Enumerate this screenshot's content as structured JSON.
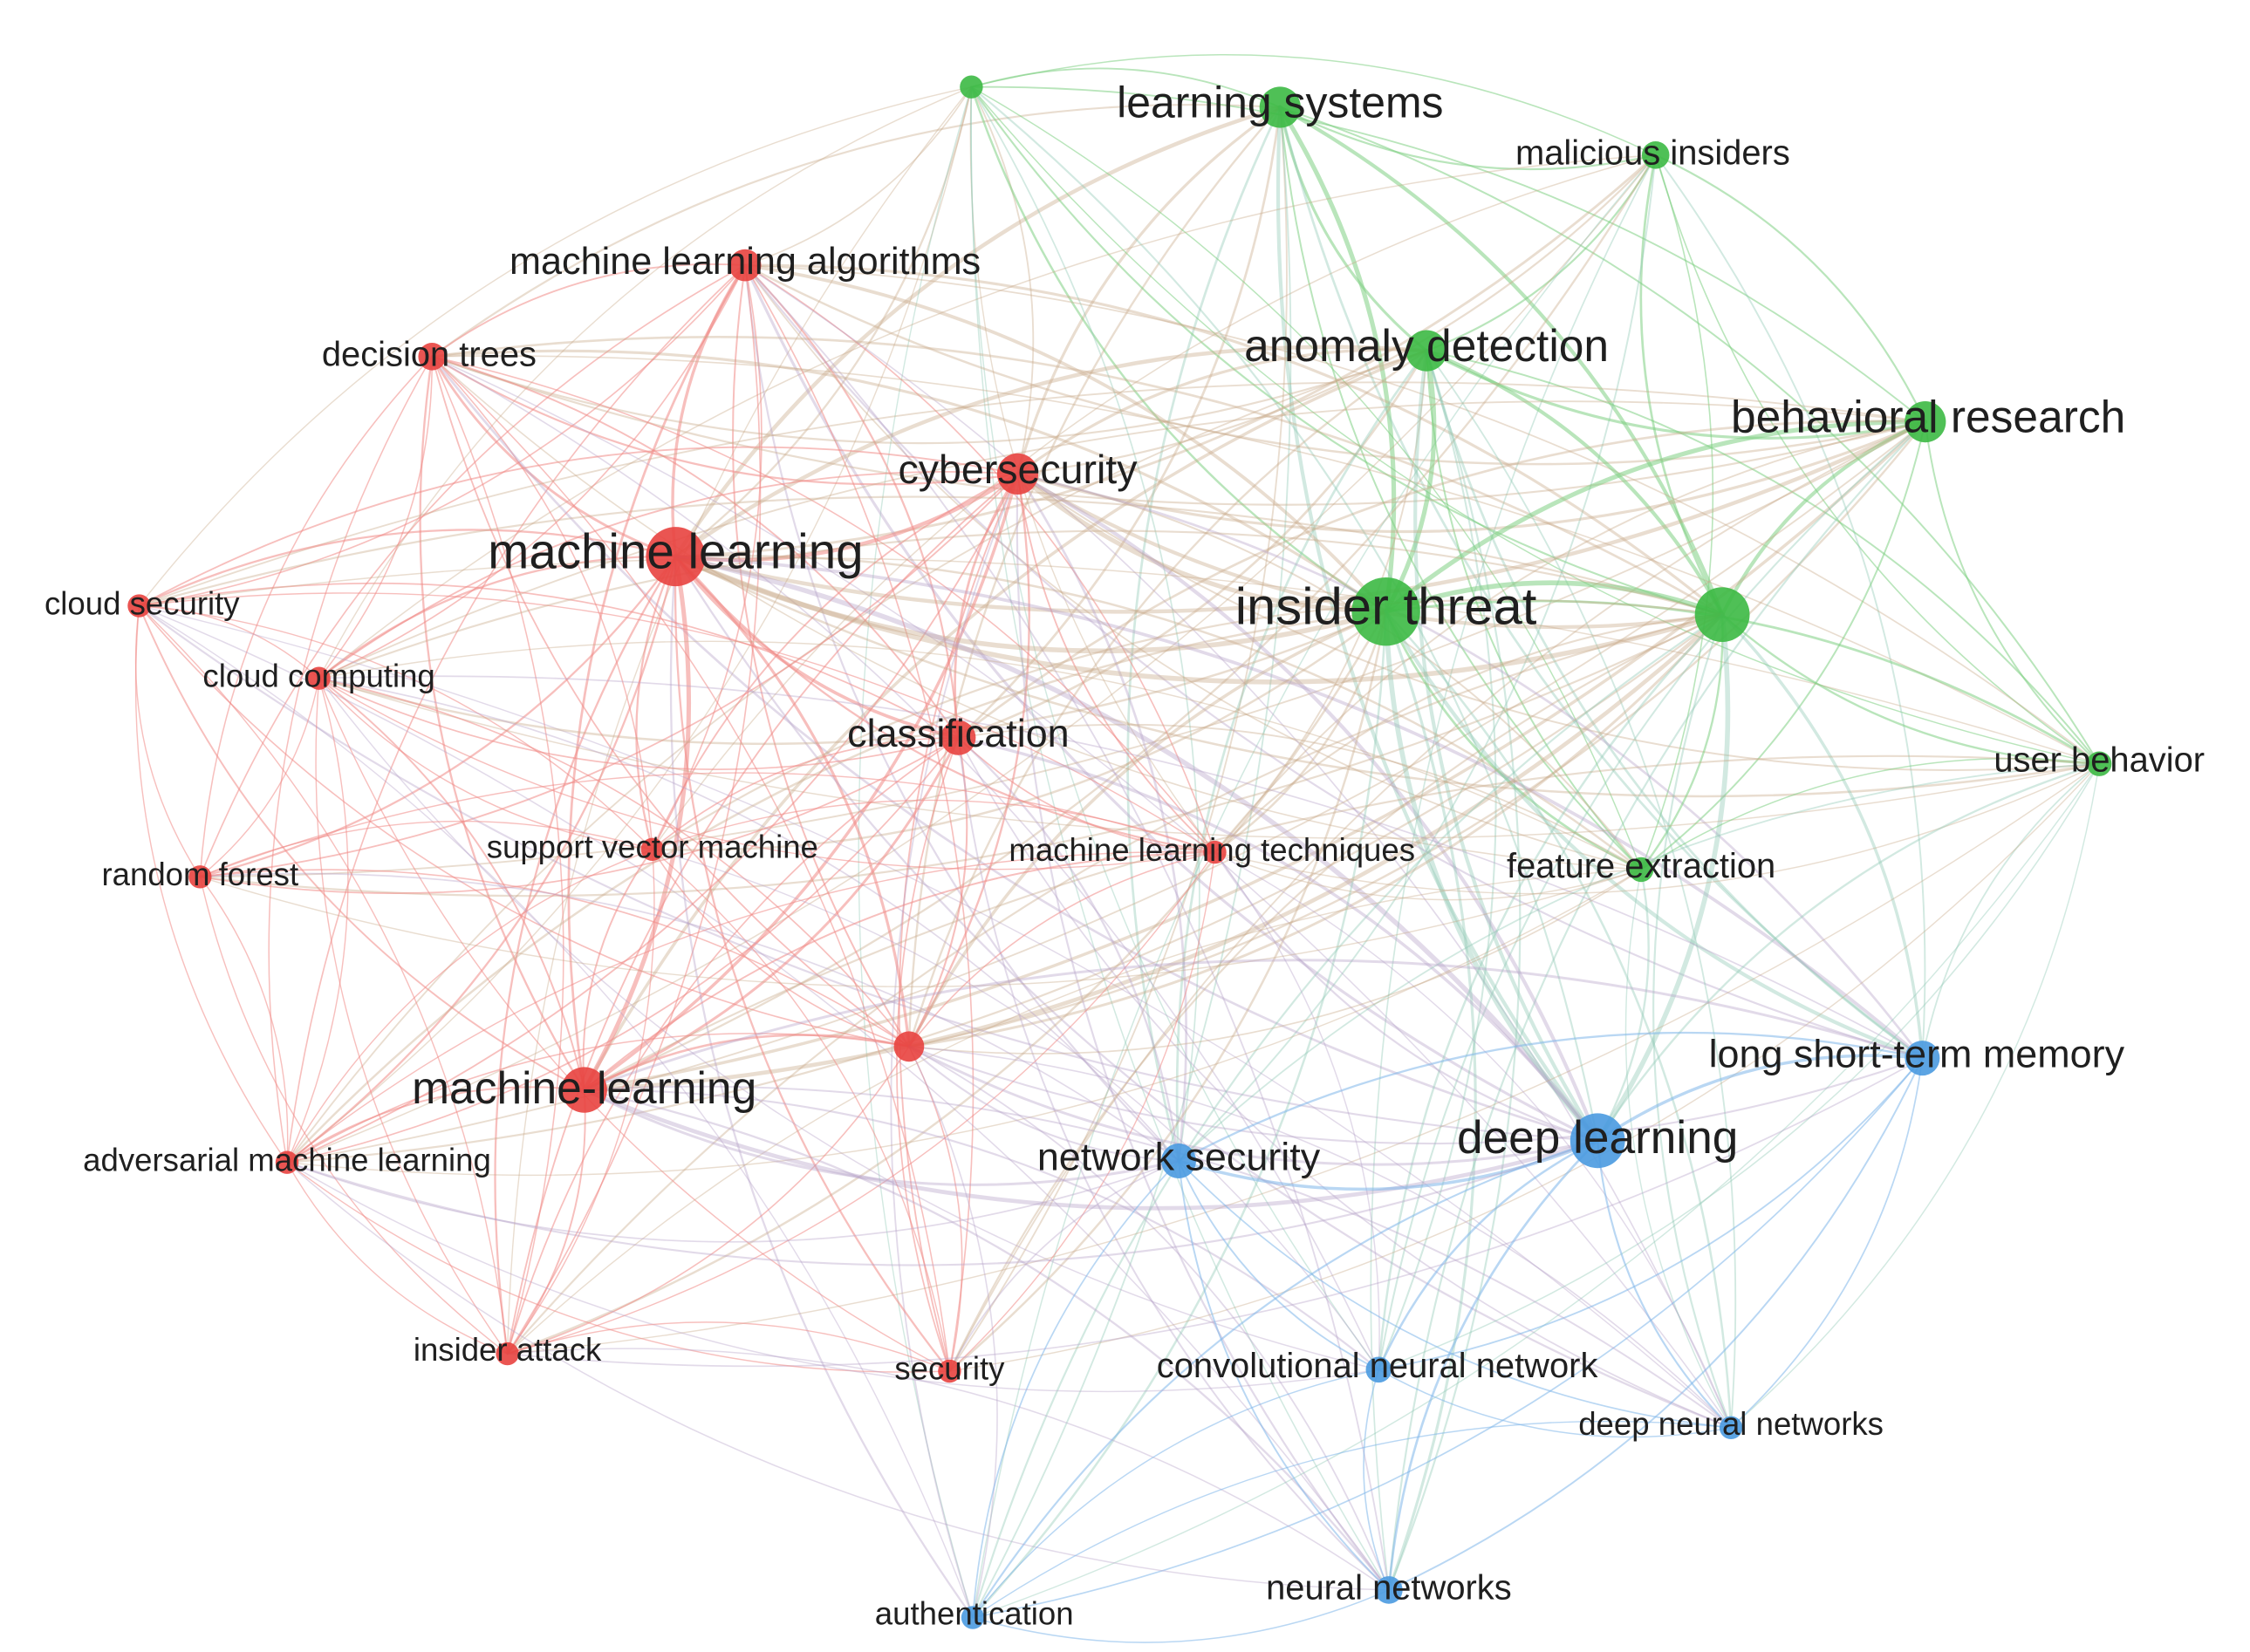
{
  "legend": [],
  "clusters": [
    {
      "id": "red",
      "color": "#e8423f",
      "edge_color": "#f08a86"
    },
    {
      "id": "green",
      "color": "#3cb944",
      "edge_color": "#7fd083"
    },
    {
      "id": "blue",
      "color": "#4a9ae0",
      "edge_color": "#7fb7e9"
    }
  ],
  "nodes": [
    {
      "id": "n0",
      "label": "learning systems",
      "cluster": "green",
      "weight": 3
    },
    {
      "id": "n1",
      "label": "",
      "cluster": "green",
      "weight": 1
    },
    {
      "id": "n2",
      "label": "malicious insiders",
      "cluster": "green",
      "weight": 1.5
    },
    {
      "id": "n3",
      "label": "machine learning algorithms",
      "cluster": "red",
      "weight": 2
    },
    {
      "id": "n4",
      "label": "decision trees",
      "cluster": "red",
      "weight": 1.5
    },
    {
      "id": "n5",
      "label": "anomaly detection",
      "cluster": "green",
      "weight": 3
    },
    {
      "id": "n6",
      "label": "behavioral research",
      "cluster": "green",
      "weight": 3
    },
    {
      "id": "n7",
      "label": "cybersecurity",
      "cluster": "red",
      "weight": 3
    },
    {
      "id": "n8",
      "label": "machine learning",
      "cluster": "red",
      "weight": 5
    },
    {
      "id": "n9",
      "label": "cloud security",
      "cluster": "red",
      "weight": 1
    },
    {
      "id": "n10",
      "label": "insider threat",
      "cluster": "green",
      "weight": 6
    },
    {
      "id": "n11",
      "label": "",
      "cluster": "green",
      "weight": 4.5
    },
    {
      "id": "n12",
      "label": "cloud computing",
      "cluster": "red",
      "weight": 1
    },
    {
      "id": "n13",
      "label": "classification",
      "cluster": "red",
      "weight": 2.3
    },
    {
      "id": "n14",
      "label": "user behavior",
      "cluster": "green",
      "weight": 1.2
    },
    {
      "id": "n15",
      "label": "support vector machine",
      "cluster": "red",
      "weight": 1
    },
    {
      "id": "n16",
      "label": "machine learning techniques",
      "cluster": "red",
      "weight": 1
    },
    {
      "id": "n17",
      "label": "feature extraction",
      "cluster": "green",
      "weight": 1.2
    },
    {
      "id": "n18",
      "label": "random forest",
      "cluster": "red",
      "weight": 1
    },
    {
      "id": "n19",
      "label": "",
      "cluster": "red",
      "weight": 1.8
    },
    {
      "id": "n20",
      "label": "long short-term memory",
      "cluster": "blue",
      "weight": 2.3
    },
    {
      "id": "n21",
      "label": "machine-learning",
      "cluster": "red",
      "weight": 3.5
    },
    {
      "id": "n22",
      "label": "deep learning",
      "cluster": "blue",
      "weight": 4.5
    },
    {
      "id": "n23",
      "label": "network security",
      "cluster": "blue",
      "weight": 2.3
    },
    {
      "id": "n24",
      "label": "adversarial machine learning",
      "cluster": "red",
      "weight": 1
    },
    {
      "id": "n25",
      "label": "insider attack",
      "cluster": "red",
      "weight": 1
    },
    {
      "id": "n26",
      "label": "security",
      "cluster": "red",
      "weight": 1
    },
    {
      "id": "n27",
      "label": "convolutional neural network",
      "cluster": "blue",
      "weight": 1.3
    },
    {
      "id": "n28",
      "label": "deep neural networks",
      "cluster": "blue",
      "weight": 1
    },
    {
      "id": "n29",
      "label": "authentication",
      "cluster": "blue",
      "weight": 1
    },
    {
      "id": "n30",
      "label": "neural networks",
      "cluster": "blue",
      "weight": 1.5
    }
  ]
}
